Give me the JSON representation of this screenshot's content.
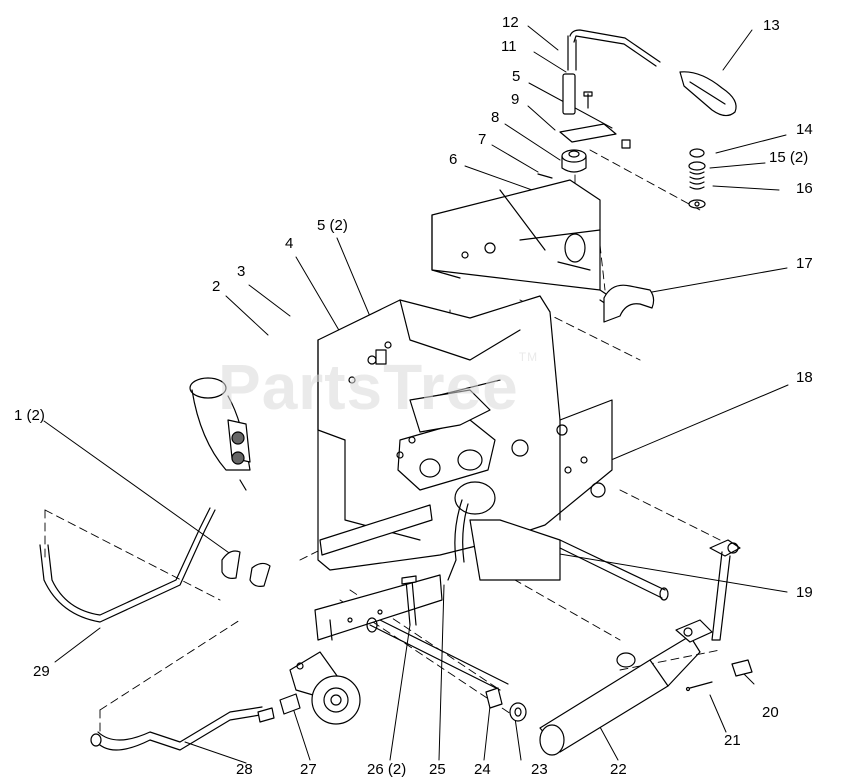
{
  "watermark": {
    "text": "PartsTree",
    "mark": "TM"
  },
  "callouts": [
    {
      "id": "1",
      "label": "1 (2)"
    },
    {
      "id": "2",
      "label": "2"
    },
    {
      "id": "3",
      "label": "3"
    },
    {
      "id": "4",
      "label": "4"
    },
    {
      "id": "5a",
      "label": "5 (2)"
    },
    {
      "id": "5b",
      "label": "5"
    },
    {
      "id": "6",
      "label": "6"
    },
    {
      "id": "7",
      "label": "7"
    },
    {
      "id": "8",
      "label": "8"
    },
    {
      "id": "9",
      "label": "9"
    },
    {
      "id": "11",
      "label": "11"
    },
    {
      "id": "12",
      "label": "12"
    },
    {
      "id": "13",
      "label": "13"
    },
    {
      "id": "14",
      "label": "14"
    },
    {
      "id": "15",
      "label": "15 (2)"
    },
    {
      "id": "16",
      "label": "16"
    },
    {
      "id": "17",
      "label": "17"
    },
    {
      "id": "18",
      "label": "18"
    },
    {
      "id": "19",
      "label": "19"
    },
    {
      "id": "20",
      "label": "20"
    },
    {
      "id": "21",
      "label": "21"
    },
    {
      "id": "22",
      "label": "22"
    },
    {
      "id": "23",
      "label": "23"
    },
    {
      "id": "24",
      "label": "24"
    },
    {
      "id": "25",
      "label": "25"
    },
    {
      "id": "26",
      "label": "26 (2)"
    },
    {
      "id": "27",
      "label": "27"
    },
    {
      "id": "28",
      "label": "28"
    },
    {
      "id": "29",
      "label": "29"
    }
  ]
}
